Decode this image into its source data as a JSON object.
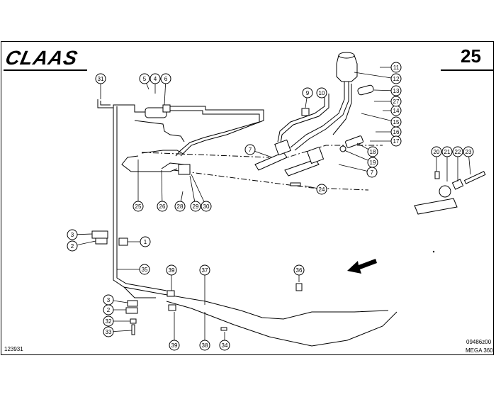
{
  "header": {
    "brand": "CLAAS",
    "page_number": "25"
  },
  "footer": {
    "drawing_number": "123931",
    "image_code": "09486z00",
    "model": "MEGA 360"
  },
  "callouts": [
    {
      "id": "c1",
      "label": "1"
    },
    {
      "id": "c2a",
      "label": "2"
    },
    {
      "id": "c2b",
      "label": "2"
    },
    {
      "id": "c3a",
      "label": "3"
    },
    {
      "id": "c3b",
      "label": "3"
    },
    {
      "id": "c4",
      "label": "4"
    },
    {
      "id": "c5",
      "label": "5"
    },
    {
      "id": "c6",
      "label": "6"
    },
    {
      "id": "c7a",
      "label": "7"
    },
    {
      "id": "c7b",
      "label": "7"
    },
    {
      "id": "c9",
      "label": "9"
    },
    {
      "id": "c10",
      "label": "10"
    },
    {
      "id": "c11",
      "label": "11"
    },
    {
      "id": "c12",
      "label": "12"
    },
    {
      "id": "c13",
      "label": "13"
    },
    {
      "id": "c14",
      "label": "14"
    },
    {
      "id": "c15",
      "label": "15"
    },
    {
      "id": "c16",
      "label": "16"
    },
    {
      "id": "c17",
      "label": "17"
    },
    {
      "id": "c18",
      "label": "18"
    },
    {
      "id": "c19",
      "label": "19"
    },
    {
      "id": "c20",
      "label": "20"
    },
    {
      "id": "c21",
      "label": "21"
    },
    {
      "id": "c22",
      "label": "22"
    },
    {
      "id": "c23",
      "label": "23"
    },
    {
      "id": "c24",
      "label": "24"
    },
    {
      "id": "c25",
      "label": "25"
    },
    {
      "id": "c26",
      "label": "26"
    },
    {
      "id": "c27",
      "label": "27"
    },
    {
      "id": "c28",
      "label": "28"
    },
    {
      "id": "c29",
      "label": "29"
    },
    {
      "id": "c30",
      "label": "30"
    },
    {
      "id": "c31",
      "label": "31"
    },
    {
      "id": "c32",
      "label": "32"
    },
    {
      "id": "c33",
      "label": "33"
    },
    {
      "id": "c34",
      "label": "34"
    },
    {
      "id": "c35",
      "label": "35"
    },
    {
      "id": "c36",
      "label": "36"
    },
    {
      "id": "c37",
      "label": "37"
    },
    {
      "id": "c38",
      "label": "38"
    },
    {
      "id": "c39a",
      "label": "39"
    },
    {
      "id": "c39b",
      "label": "39"
    }
  ],
  "colors": {
    "ink": "#000000",
    "paper": "#ffffff"
  }
}
